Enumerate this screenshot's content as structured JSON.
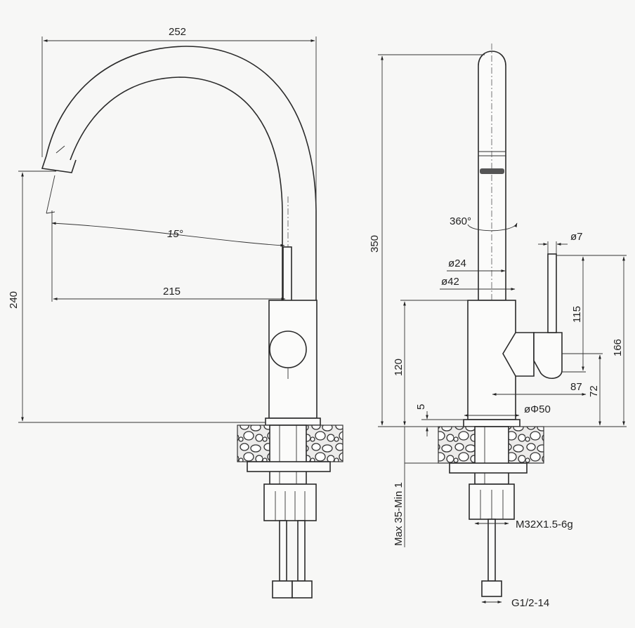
{
  "front_view": {
    "dim_width": "252",
    "dim_reach": "215",
    "dim_height": "240",
    "angle": "15°"
  },
  "side_view": {
    "dim_total_height": "350",
    "rotation": "360°",
    "dia_lever": "ø7",
    "dia_spout": "ø24",
    "dia_body_top": "ø42",
    "dim_body_height": "120",
    "dim_lever_len": "115",
    "dim_lever_total": "166",
    "dim_lever_offset": "87",
    "dim_lever_base": "72",
    "dim_base_ring": "5",
    "dia_base": "øΦ50",
    "dim_mount_thickness": "Max 35-Min 1",
    "thread_main": "M32X1.5-6g",
    "thread_hose": "G1/2-14"
  }
}
